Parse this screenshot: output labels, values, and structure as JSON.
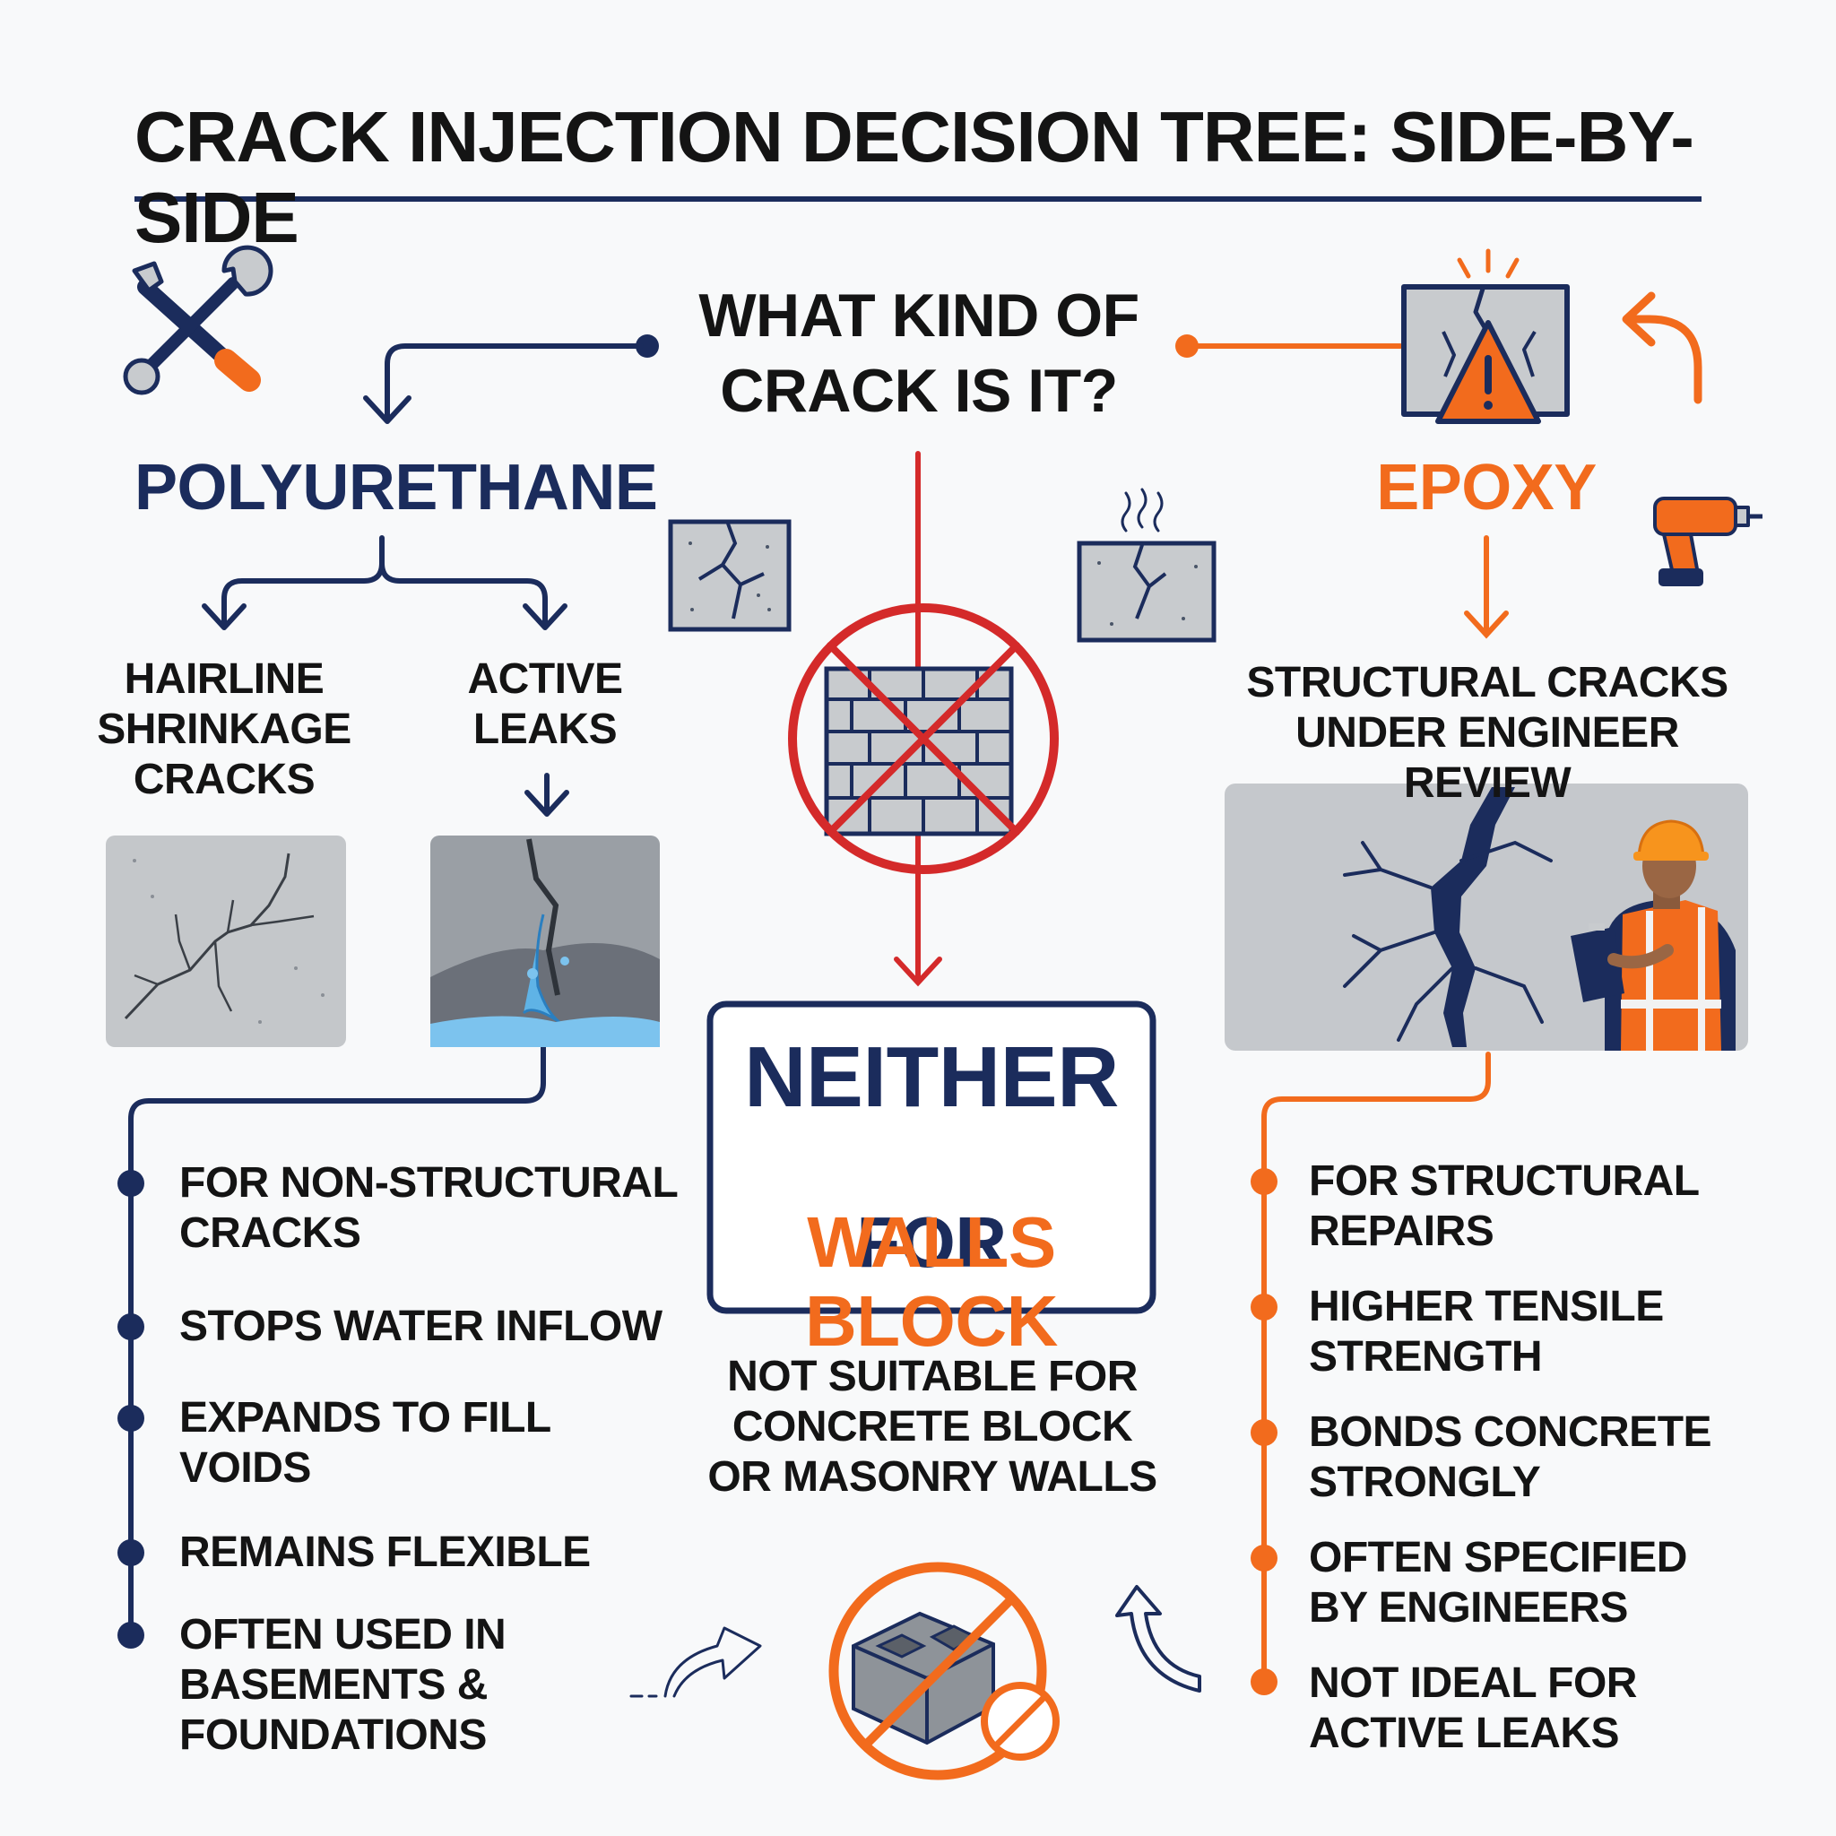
{
  "title": "CRACK INJECTION DECISION TREE: SIDE-BY-SIDE",
  "question": "WHAT KIND OF\nCRACK IS IT?",
  "colors": {
    "navy": "#1b2c5c",
    "orange": "#f26b1d",
    "red": "#d42a2a",
    "ink": "#141414",
    "concrete": "#c8cbce"
  },
  "left": {
    "heading": "POLYURETHANE",
    "branch_a": "HAIRLINE\nSHRINKAGE\nCRACKS",
    "branch_b": "ACTIVE\nLEAKS",
    "bullets": [
      "FOR NON-STRUCTURAL\nCRACKS",
      "STOPS WATER INFLOW",
      "EXPANDS TO FILL\nVOIDS",
      "REMAINS FLEXIBLE",
      "OFTEN USED IN\nBASEMENTS &\nFOUNDATIONS"
    ]
  },
  "center": {
    "box_line1": "NEITHER",
    "box_line2_a": "FOR",
    "box_line2_b": "BLOCK",
    "box_line3": "WALLS",
    "note": "NOT SUITABLE FOR\nCONCRETE BLOCK\nOR MASONRY WALLS"
  },
  "right": {
    "heading": "EPOXY",
    "branch": "STRUCTURAL CRACKS\nUNDER ENGINEER REVIEW",
    "bullets": [
      "FOR STRUCTURAL\nREPAIRS",
      "HIGHER TENSILE\nSTRENGTH",
      "BONDS CONCRETE\nSTRONGLY",
      "OFTEN SPECIFIED\nBY ENGINEERS",
      "NOT IDEAL FOR\nACTIVE LEAKS"
    ]
  },
  "icons": {
    "tools": "wrench-screwdriver-icon",
    "warning": "warning-cracked-panel-icon",
    "curved_arrow": "curved-arrow-icon",
    "drill": "drill-icon",
    "cracked_tile": "cracked-tile-icon",
    "steaming_tile": "steaming-cracked-tile-icon",
    "no_block_wall": "prohibited-brick-wall-icon",
    "no_cinder_block": "prohibited-cinder-block-icon"
  }
}
